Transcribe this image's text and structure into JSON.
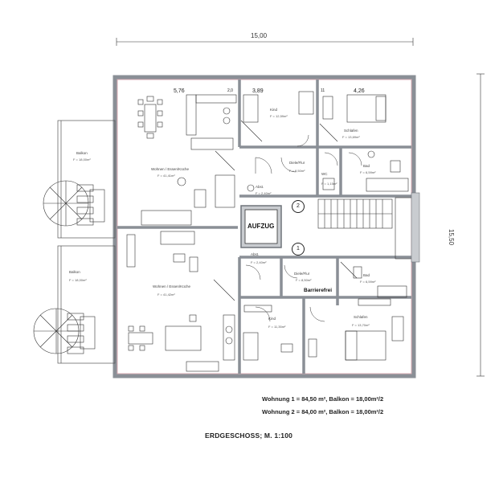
{
  "dimensions": {
    "top": "15,00",
    "side": "15,50",
    "room_widths": [
      "5,76",
      "2,0",
      "3,89",
      "11",
      "4,26"
    ]
  },
  "room_labels": {
    "balkon_upper": "Balkon",
    "balkon_upper_area": "F = 18,00m²",
    "wohnen_upper": "Wohnen / Essen/Küche",
    "wohnen_upper_area": "F = 41,41m²",
    "kind_upper": "Kind",
    "kind_upper_area": "F = 12,59m²",
    "schlafen_upper": "Schlafen",
    "schlafen_upper_area": "F = 13,69m²",
    "diele_upper": "Diele/Flur",
    "diele_upper_area": "F = 8,50m²",
    "bad_upper": "Bad",
    "bad_upper_area": "F = 6,59m²",
    "wc_upper": "WC",
    "wc_upper_area": "F = 1,15m²",
    "abst_upper": "Abst.",
    "abst_upper_area": "F = 2,40m²",
    "balkon_lower": "Balkon",
    "balkon_lower_area": "F = 18,00m²",
    "wohnen_lower": "Wohnen / Essen/Küche",
    "wohnen_lower_area": "F = 41,42m²",
    "abst_lower": "Abst.",
    "abst_lower_area": "F = 2,40m²",
    "diele_lower": "Diele/Flur",
    "diele_lower_area": "F = 8,50m²",
    "bad_lower": "Bad",
    "bad_lower_area": "F = 6,59m²",
    "kind_lower": "Kind",
    "kind_lower_area": "F = 11,35m²",
    "schlafen_lower": "Schlafen",
    "schlafen_lower_area": "F = 13,70m²"
  },
  "markers": {
    "elevator": "AUFZUG",
    "barrier_free": "Barrierefrei",
    "unit_1": "1",
    "unit_2": "2"
  },
  "summary": {
    "line_1": "Wohnung 1 = 84,50 m², Balkon = 18,00m²/2",
    "line_2": "Wohnung 2 = 84,00 m², Balkon = 18,00m²/2"
  },
  "caption": "ERDGESCHOSS; M. 1:100",
  "colors": {
    "wall": "#8a8f96",
    "wall_fill": "#c9ccd0",
    "line": "#333333",
    "outline_accent": "#c98a95"
  }
}
